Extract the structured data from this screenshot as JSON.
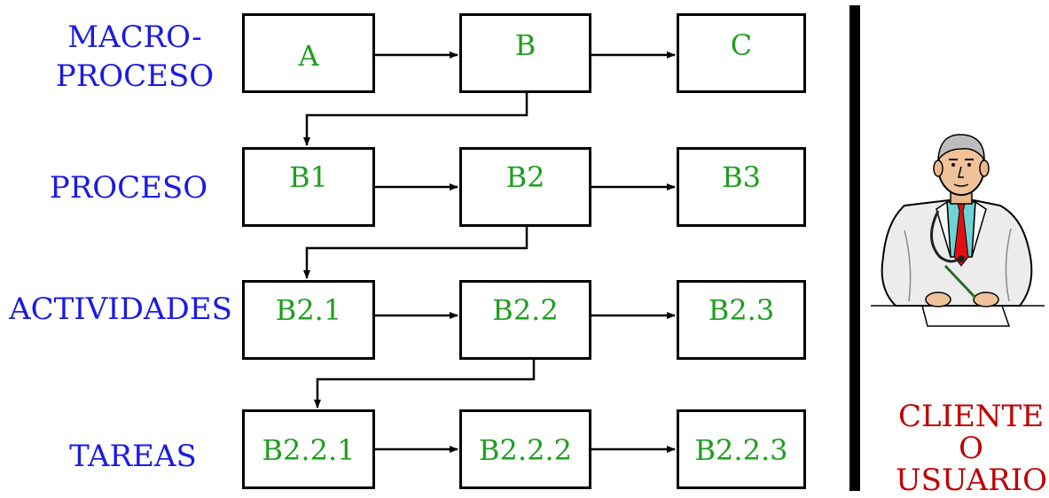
{
  "colors": {
    "level_label": "#1a1ae6",
    "box_text": "#1e9e1e",
    "client_text": "#c00000",
    "line": "#000000"
  },
  "levels": [
    {
      "label_lines": [
        "MACRO-",
        "PROCESO"
      ],
      "boxes": [
        "A",
        "B",
        "C"
      ]
    },
    {
      "label_lines": [
        "PROCESO"
      ],
      "boxes": [
        "B1",
        "B2",
        "B3"
      ]
    },
    {
      "label_lines": [
        "ACTIVIDADES"
      ],
      "boxes": [
        "B2.1",
        "B2.2",
        "B2.3"
      ]
    },
    {
      "label_lines": [
        "TAREAS"
      ],
      "boxes": [
        "B2.2.1",
        "B2.2.2",
        "B2.2.3"
      ]
    }
  ],
  "client": {
    "lines": [
      "CLIENTE",
      "O",
      "USUARIO"
    ],
    "icon": "doctor-icon"
  }
}
